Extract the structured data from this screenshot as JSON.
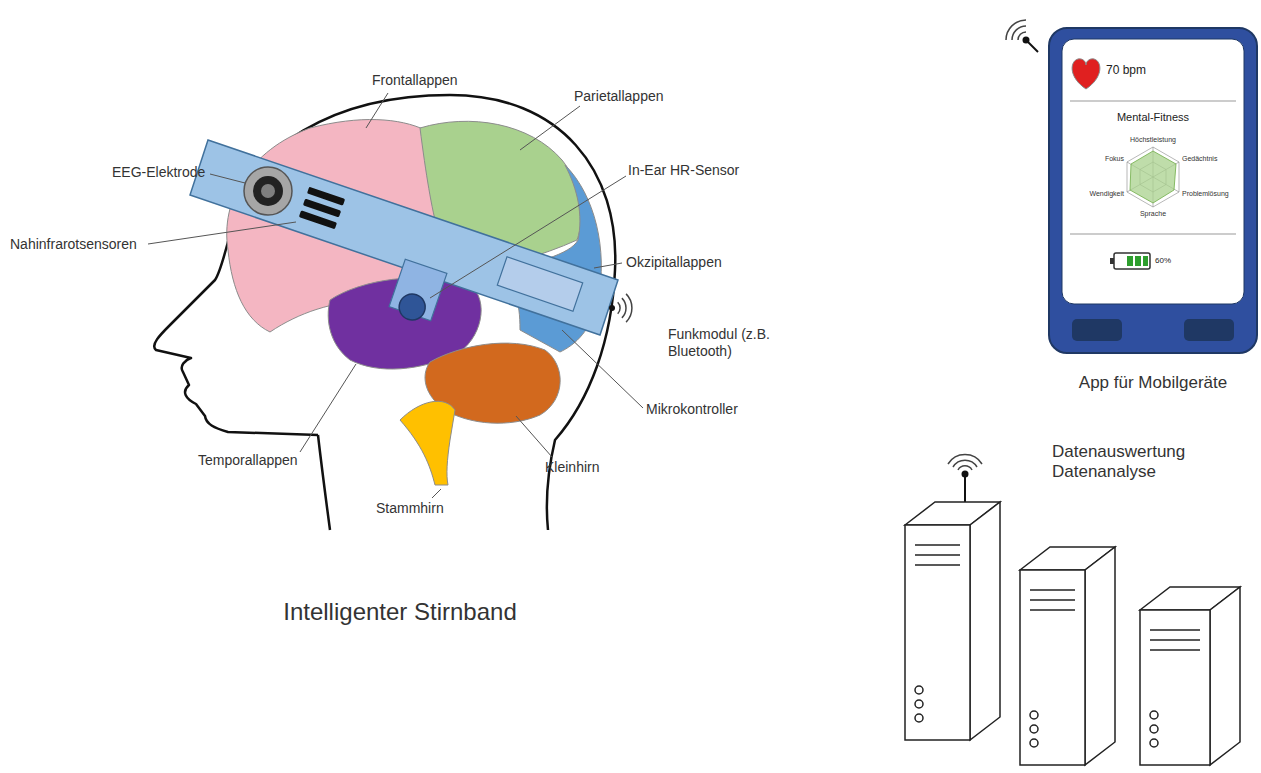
{
  "diagram": {
    "caption": "Intelligenter Stirnband",
    "nodes": [
      {
        "text": [
          "App für Mobilgeräte",
          "70 bpm",
          "Mental-Fitness",
          "Höchstleistung",
          "Gedächtnis",
          "Problemlösung",
          "Sprache",
          "Wendigkeit",
          "Fokus",
          "60%"
        ]
      },
      {
        "text": [
          "Datenauswertung Datenanalyse"
        ]
      }
    ],
    "labels": [
      "Frontallappen",
      "Parietallappen",
      "EEG-Elektrode",
      "In-Ear HR-Sensor",
      "Nahinfrarotsensoren",
      "Okzipitallappen",
      "Funkmodul (z.B. Bluetooth)",
      "Temporallappen",
      "Mikrokontroller",
      "Kleinhirn",
      "Stammhirn"
    ]
  }
}
